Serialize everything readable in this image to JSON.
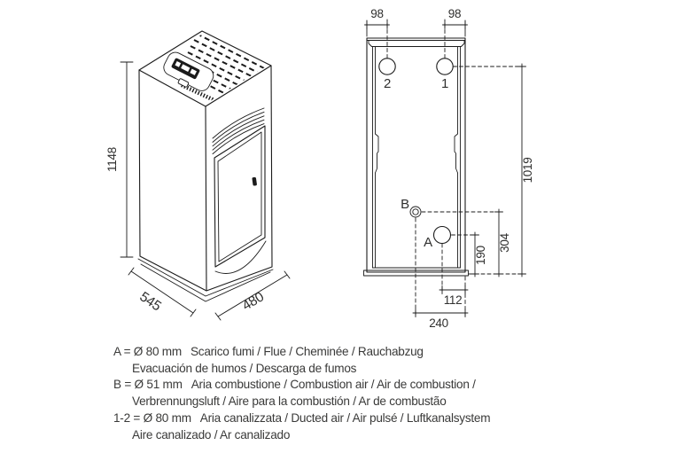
{
  "colors": {
    "line": "#1b1b1b",
    "text": "#3a3a39",
    "background": "#ffffff"
  },
  "stove_view": {
    "height_mm": "1148",
    "depth_mm": "545",
    "width_mm": "480"
  },
  "rear_view": {
    "offset_left_mm": "98",
    "offset_right_mm": "98",
    "duct_height_mm": "1019",
    "comb_air_height_mm": "304",
    "flue_height_mm": "190",
    "flue_offset_mm": "112",
    "comb_air_offset_mm": "240",
    "duct2_label": "2",
    "duct1_label": "1",
    "comb_air_label": "B",
    "flue_label": "A"
  },
  "legend": {
    "items": [
      {
        "key": "A = Ø 80 mm",
        "text": "Scarico fumi / Flue / Cheminée / Rauchabzug",
        "text2": "Evacuación de humos / Descarga de fumos"
      },
      {
        "key": "B = Ø 51 mm",
        "text": "Aria combustione / Combustion air / Air de combustion /",
        "text2": "Verbrennungsluft / Aire para la combustión / Ar de combustão"
      },
      {
        "key": "1-2 = Ø 80 mm",
        "text": "Aria canalizzata / Ducted air / Air pulsé / Luftkanalsystem",
        "text2": "Aire canalizado / Ar canalizado"
      }
    ]
  }
}
